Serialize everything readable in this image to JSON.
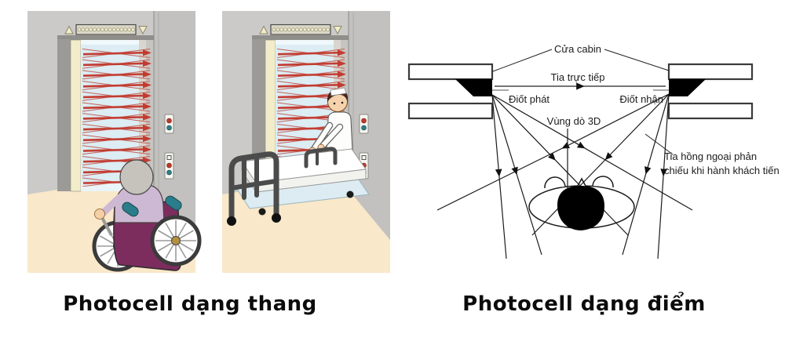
{
  "captions": {
    "left": "Photocell dạng thang",
    "right": "Photocell dạng điểm"
  },
  "diagram": {
    "cabin_door": "Cửa cabin",
    "direct_beam": "Tia trực tiếp",
    "emitter_diode": "Điốt phát",
    "receiver_diode": "Điốt nhận",
    "detection_zone": "Vùng dò 3D",
    "reflected_beam_line1": "Tia hồng ngoại phản",
    "reflected_beam_line2": "chiếu khi hành khách tiến"
  },
  "colors": {
    "beam_red": "#c23b30",
    "diagram_line": "#1a1a1a",
    "wall_gray": "#cbcac8",
    "floor_cream": "#f9e8c9",
    "interior_blue": "#dcedf4",
    "door_cream": "#f3ecca",
    "wheelchair_purple": "#7c2d5e",
    "sweater_lilac": "#cdb9d3",
    "handle_teal": "#2a7d8a",
    "bed_frame_gray": "#4b4b4b",
    "button_red": "#c0392b",
    "button_teal": "#2e7f86"
  }
}
